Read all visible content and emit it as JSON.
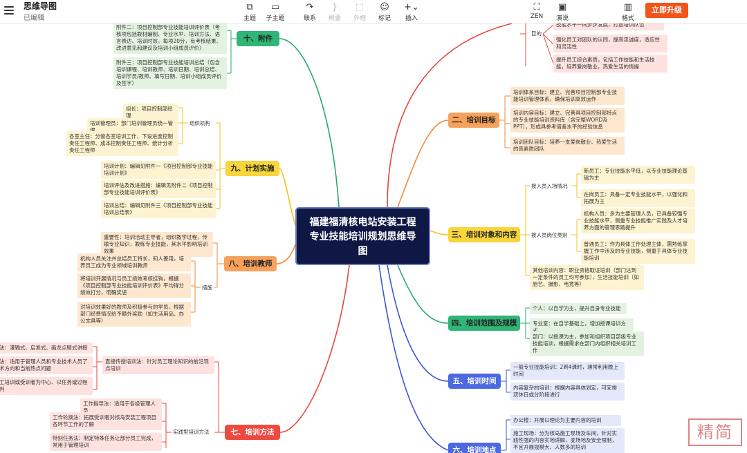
{
  "header": {
    "app_title": "思维导图",
    "status": "已编辑",
    "tools": {
      "theme": "主题",
      "subtopic": "子主题",
      "relation": "联系",
      "summary": "概要",
      "frame": "外框",
      "marker": "标记",
      "insert": "插入",
      "zen": "ZEN",
      "present": "演说",
      "format": "格式"
    },
    "upgrade": "立即升级"
  },
  "center": "福建福清核电站安装工程专业技能培训规划思维导图",
  "branches": {
    "b2": "二、培训目标",
    "b3": "三、培训对象和内容",
    "b4": "四、培训范围及规模",
    "b5": "五、培训时间",
    "b6": "六、培训地点",
    "b7": "七、培训方法",
    "b8": "八、培训教师",
    "b9": "九、计划实施",
    "b10": "十、附件"
  },
  "nodes": {
    "top_a": "技能水平一同步步发展，打造培训队伍",
    "top_b": "强化员工对团队的认同，提高忠诚度，适应性和灵活性",
    "top_c": "提升员工综合素质，包括工作技能和生活技能，培养爱岗敬业，热爱生活的情操",
    "purpose": "目的",
    "g2a": "培训体系目标：建立、完善项目控制部专业技能培训管理体系，确保培训高效运作",
    "g2b": "培训内容目标：建立、完善具项目控制部特点的专业技能培训资料库（含完整WORD及PPT），形成具参考借鉴水平的经验信息",
    "g2c": "培训团队目标：培养一支爱岗敬业、热爱生活的高素质团队",
    "s3a": "按入员入场情况",
    "s3a1": "新员工：专业技能水平低，以专业技能理论基础为主",
    "s3a2": "在岗员工：具备一定专业技能水平，以强化和拓展为主",
    "s3b": "按人员岗位类别",
    "s3b1": "机构人员：多为主要管理人员，已具备较强专业技能水平，侧重专业技能推广实践及人才培养方面的管理思路提升",
    "s3b2": "普通员工：作为具体工作处理主体，需熟练掌握工作中涉及的专业技能，侧重于具体专业技能培训",
    "s3c": "其他培训内容：职业资格取证培训（部门达到一定条件的员工均可参加），生活技能培训（如厨艺、摄影、电竞等）",
    "s4a": "个人：以自学为主，提升自身专业技能",
    "s4b": "专业室：在自学基础上，增加授课培训方式",
    "s4c": "部门：以授课为主，参加和组织项目部级专业技能培训，根据需求在部门内组织相关培训工作",
    "s5a": "一般专业技能培训：2到4课时，通常利用晚上时间",
    "s5b": "内容复杂的培训：根据内容具体划定，可安排双休日或分阶段进行",
    "s6a": "办公楼：开展以理论为主要内容的培训",
    "s6b": "施工现场：分为核岛施工现场及车间，针对实践性强的内容实地讲解，变场地及安全限制，不宜开展规模大、人数多的培训",
    "s7a": "直接传授培训法：针对员工理论知识的前沿现点培训",
    "s7a1": "讲授法：灌输式、启发式、画龙点睛式讲授",
    "s7a2": "研讨法：适用于管理人员和专业技术人员了解技术方向和当前热点问题",
    "s7a3": "以员工培训或受训者为中心、以任务或过程为评判",
    "s7b": "实践型培训方法",
    "s7b1": "工作指导法：适用于各级管理人员",
    "s7b2": "工作轮换法：拓展受训者对核岛安装工程项目各环节工作的了解",
    "s7b3": "特别任务法：制定特殊任务让部分员工完成，常用于管理培训",
    "s8a": "重要性：培训活动主导者，组织教学过程，传输专业知识，教练专业技能，其水平影响培训效果",
    "s8b1": "机构人员关注并总结员工特长，知人善用，培养员工成为专业领域培训教师",
    "s8b2": "将培训开展情况与员工绩效考核挂钩，根据《项目控制部专业技能培训评价表》平均得分绩效打分，明确奖惩",
    "s8b3": "对培训效果好的教师及积极参与的学员，根据部门经费情况给予额外奖励（如生活用品、办公文具等）",
    "s8b": "措施",
    "s9a": "组织机构",
    "s9a1": "组长：项目控制部经理",
    "s9a2": "培训管理员：部门培训管理员统一管理",
    "s9a3": "各室主任：分管各室培训工作，下设进度控制责任工程师、成本控制责任工程师、统计分析责任工程师",
    "s9b": "培训计划：编辑见附件一《项目控制部专业技能培训计划》",
    "s9c": "培训评估及改进措施：编辑见附件二《项目控制部专业技能培训评价表》",
    "s9d": "培训总结：编辑见附件三《项目控制部专业技能培训总结表》",
    "s10a": "附件二：项目控制部专业技能培训评价表（考核项包括教材编制、专业水平、培训方法、语言表达、培训时效，每项20分，有考核结果、改进意见和建议及培训小组成员评价）",
    "s10b": "附件三：项目控制部专业技能培训总结（包含培训课程、培训教师、培训日期、培训总结、培训学员/教师、填写日期、培训小组成员评价及签字）"
  },
  "watermark": "精简"
}
